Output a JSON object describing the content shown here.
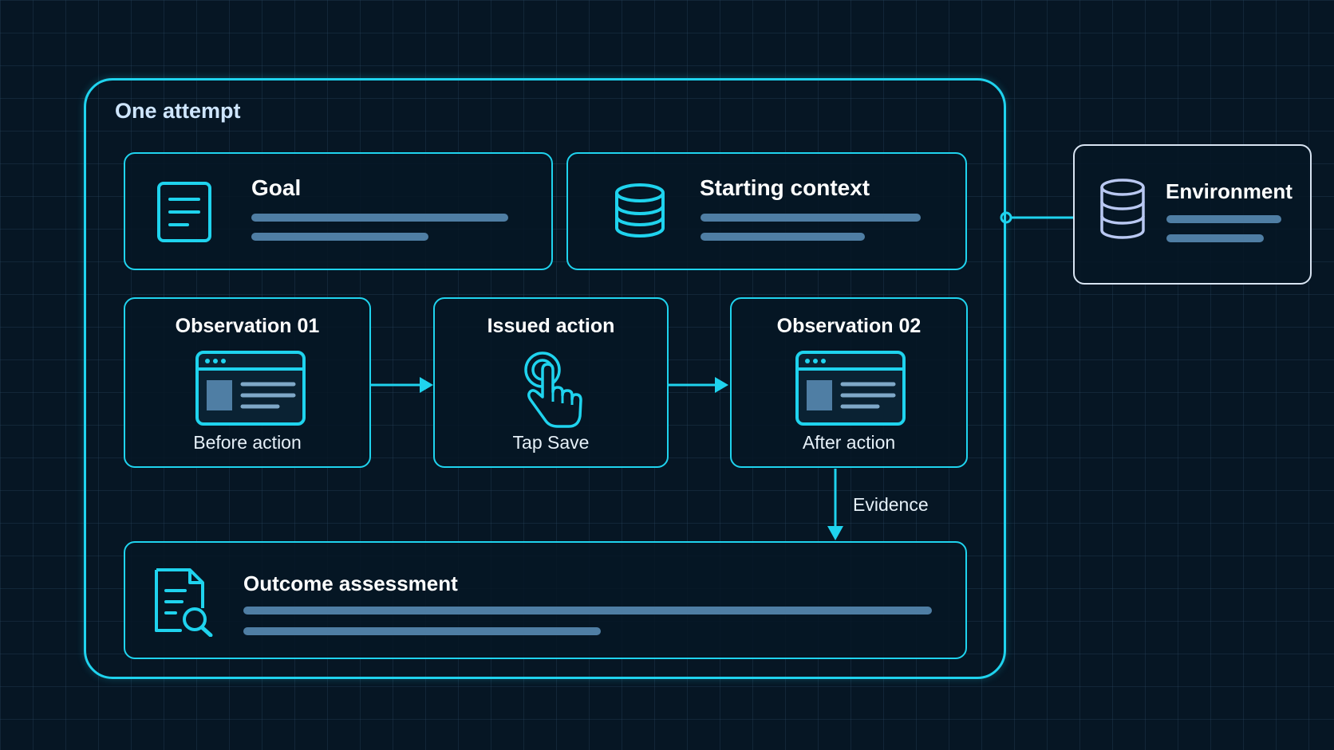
{
  "frame": {
    "title": "One attempt"
  },
  "goal": {
    "title": "Goal",
    "icon": "document-icon"
  },
  "starting_context": {
    "title": "Starting context",
    "icon": "database-icon"
  },
  "environment": {
    "title": "Environment",
    "icon": "database-icon"
  },
  "steps": [
    {
      "title": "Observation 01",
      "caption": "Before action",
      "icon": "browser-window-icon"
    },
    {
      "title": "Issued action",
      "caption": "Tap Save",
      "icon": "tap-hand-icon"
    },
    {
      "title": "Observation 02",
      "caption": "After action",
      "icon": "browser-window-icon"
    }
  ],
  "evidence_label": "Evidence",
  "outcome": {
    "title": "Outcome assessment",
    "icon": "document-search-icon"
  },
  "colors": {
    "accent": "#1fd3ee",
    "background": "#061624",
    "placeholder_bar": "#4f7ea4",
    "environment_border": "#d8e4f2"
  }
}
